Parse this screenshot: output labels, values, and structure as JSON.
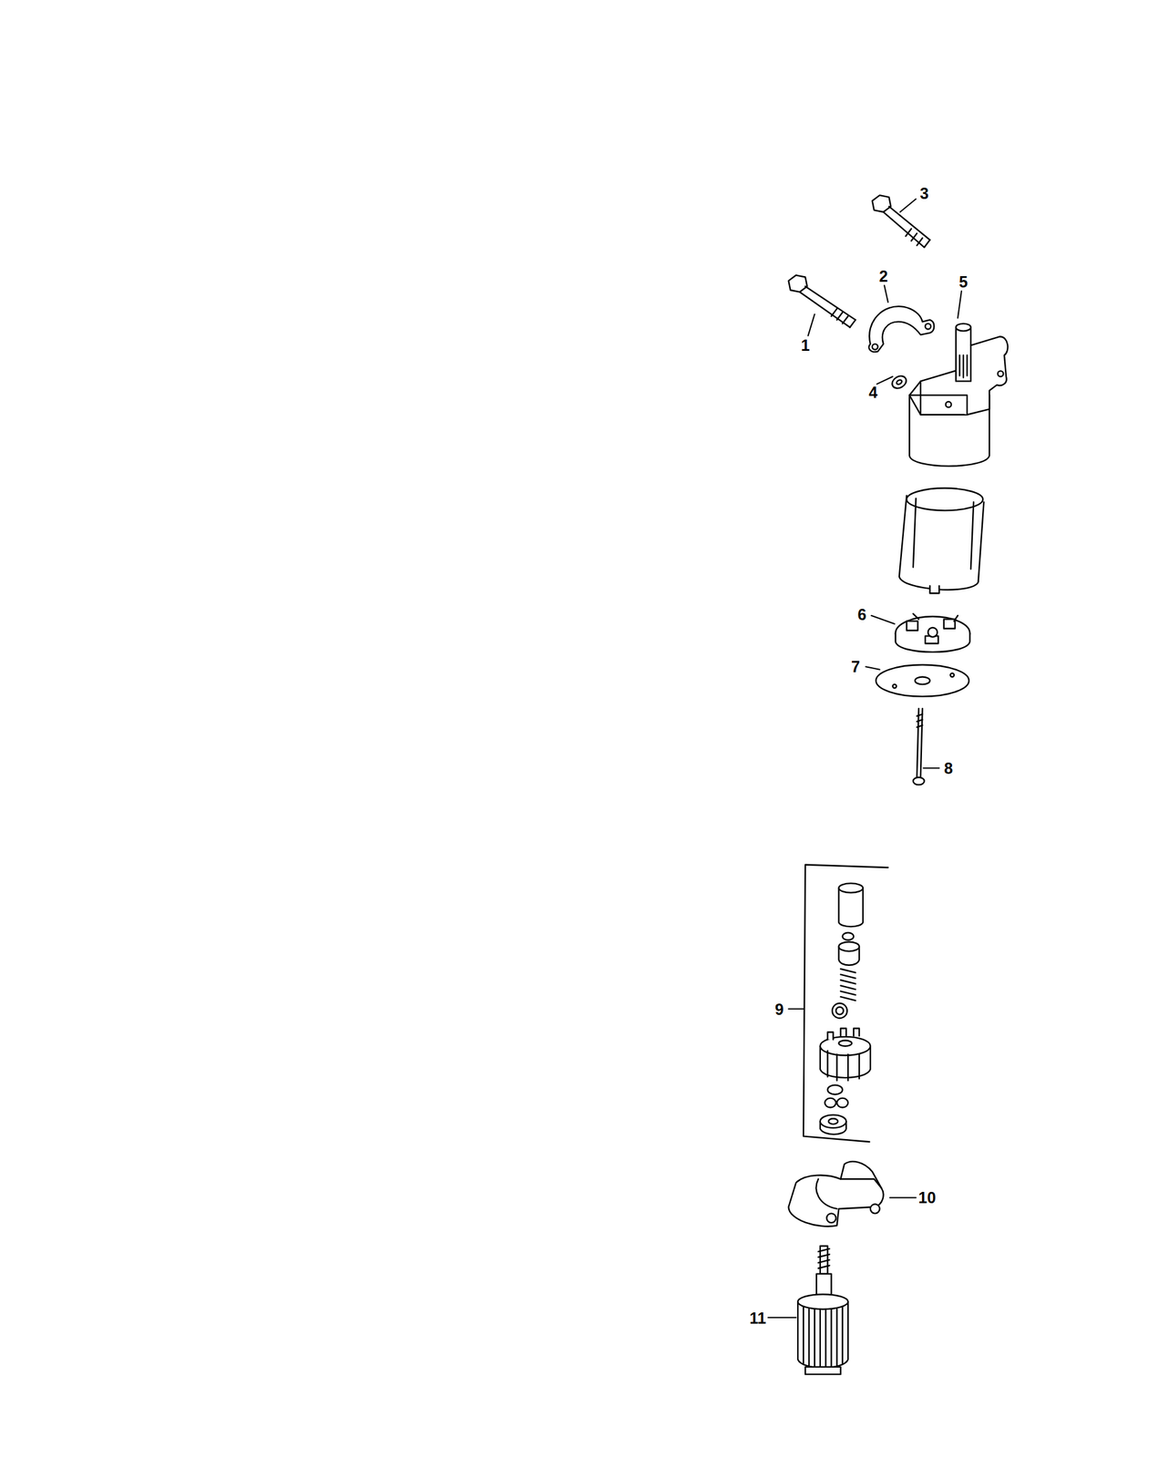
{
  "diagram": {
    "labels": [
      "3",
      "2",
      "5",
      "1",
      "4",
      "6",
      "7",
      "8",
      "9",
      "10",
      "11"
    ]
  }
}
